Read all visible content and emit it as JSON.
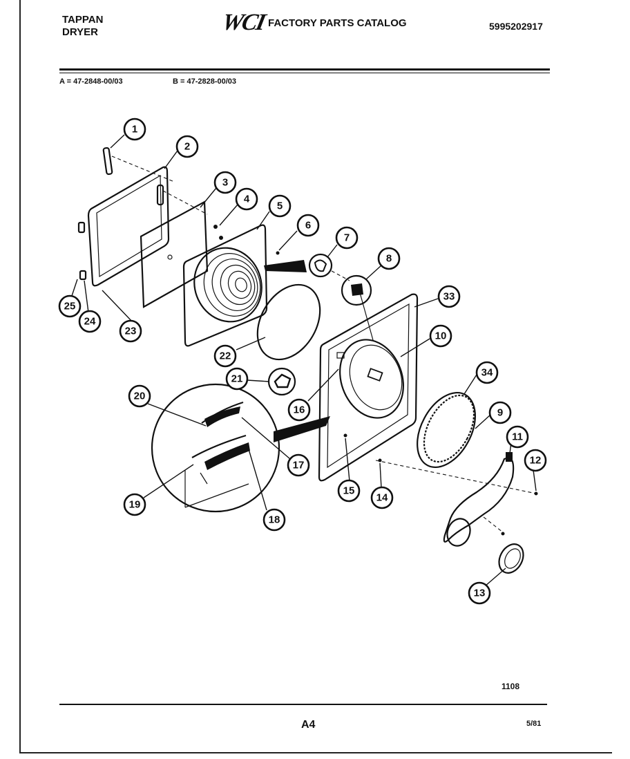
{
  "header": {
    "brand": "TAPPAN",
    "product": "DRYER",
    "logo": "WCI",
    "catalog_title": "FACTORY PARTS CATALOG",
    "document_number": "5995202917"
  },
  "models": {
    "a": "A = 47-2848-00/03",
    "b": "B = 47-2828-00/03"
  },
  "callouts": [
    "1",
    "2",
    "3",
    "4",
    "5",
    "6",
    "7",
    "8",
    "9",
    "10",
    "11",
    "12",
    "13",
    "14",
    "15",
    "16",
    "17",
    "18",
    "19",
    "20",
    "21",
    "22",
    "23",
    "24",
    "25",
    "33",
    "34"
  ],
  "footer": {
    "diagram_code": "1108",
    "page_id": "A4",
    "date": "5/81"
  }
}
